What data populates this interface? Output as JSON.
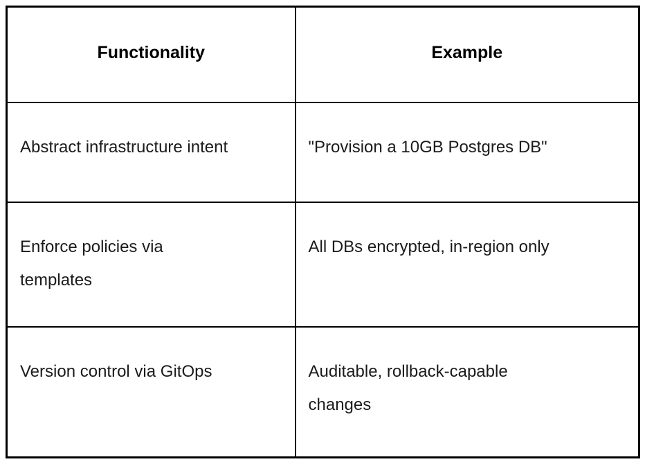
{
  "table": {
    "columns": [
      {
        "label": "Functionality"
      },
      {
        "label": "Example"
      }
    ],
    "rows": [
      {
        "functionality": "Abstract infrastructure intent",
        "example": "\"Provision a 10GB Postgres DB\""
      },
      {
        "functionality": "Enforce policies via\ntemplates",
        "example": "All DBs encrypted, in-region only"
      },
      {
        "functionality": "Version control via GitOps",
        "example": "Auditable, rollback-capable\nchanges"
      }
    ],
    "colors": {
      "border": "#000000",
      "text": "#1b1b1b",
      "background": "#ffffff"
    }
  }
}
